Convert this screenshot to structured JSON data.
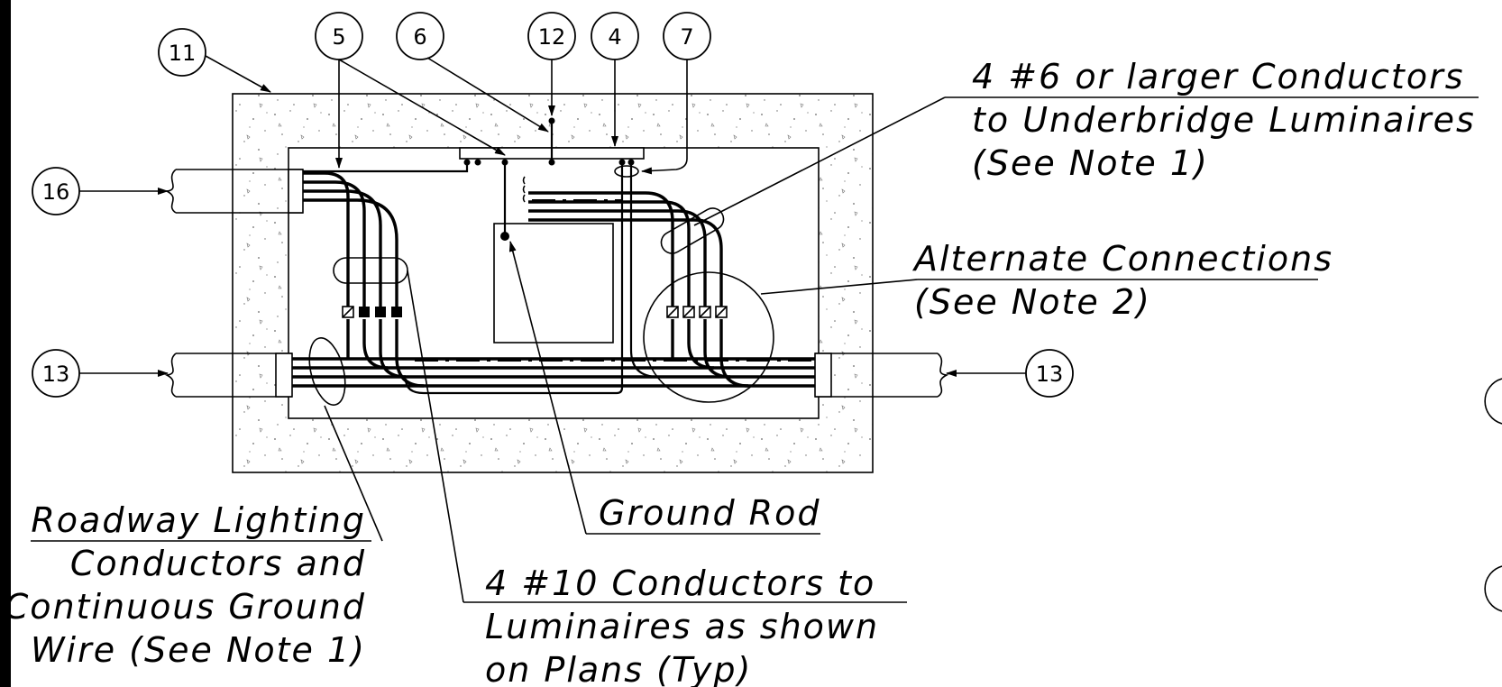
{
  "callouts": {
    "c11": "11",
    "c5": "5",
    "c6": "6",
    "c12": "12",
    "c4": "4",
    "c7": "7",
    "c16": "16",
    "c13_left": "13",
    "c13_right": "13"
  },
  "labels": {
    "underbridge": [
      "4 #6 or larger Conductors",
      "to Underbridge Luminaires",
      "(See Note 1)"
    ],
    "alternate": [
      "Alternate Connections",
      "(See Note 2)"
    ],
    "ground_rod": "Ground Rod",
    "roadway": [
      "Roadway Lighting",
      "Conductors and",
      "Continuous Ground",
      "Wire (See Note 1)"
    ],
    "conductors10": [
      "4 #10 Conductors to",
      "Luminaires as shown",
      "on Plans (Typ)"
    ]
  }
}
